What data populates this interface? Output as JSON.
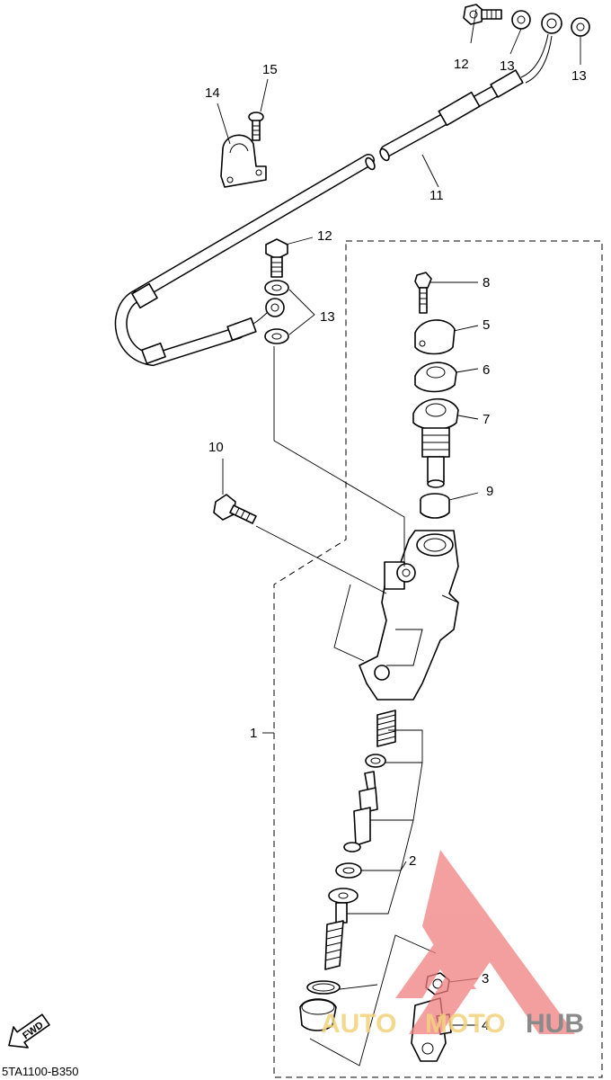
{
  "diagram": {
    "code": "5TA1100-B350",
    "fwd_label": "FWD",
    "callouts": {
      "c1": "1",
      "c2": "2",
      "c3": "3",
      "c4": "4",
      "c5": "5",
      "c6": "6",
      "c7": "7",
      "c8": "8",
      "c9": "9",
      "c10": "10",
      "c11": "11",
      "c12a": "12",
      "c12b": "12",
      "c13a": "13",
      "c13b": "13",
      "c13c": "13",
      "c14": "14",
      "c15": "15"
    }
  },
  "watermark": {
    "text_a": "AUTO",
    "text_b": "MOTO",
    "text_c": "HUB",
    "color_triangle": "#f08080",
    "color_text_a": "#f3d27a",
    "color_text_b": "#8a8a8a"
  }
}
